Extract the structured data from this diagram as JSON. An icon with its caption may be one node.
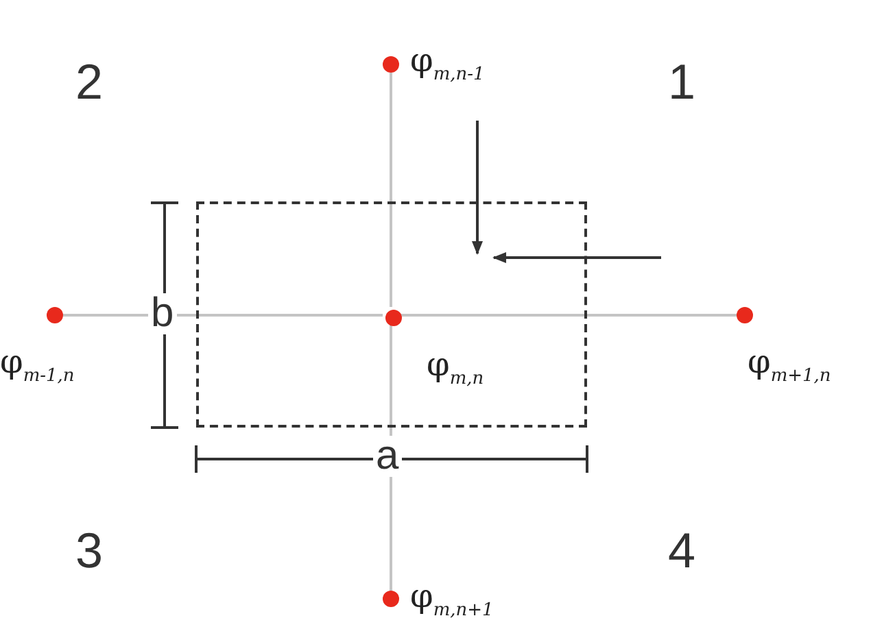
{
  "diagram": {
    "nodes": [
      {
        "text": [],
        "shape": "circle",
        "beside": [
          "φ$_{m,n-1}$"
        ]
      },
      {
        "text": [],
        "shape": "circle",
        "beside": [
          "φ$_{m-1,n}$"
        ]
      },
      {
        "text": [],
        "shape": "box"
      },
      {
        "text": [],
        "shape": "circle",
        "beside": [
          "φ$_{m,n}$"
        ],
        "in": 2
      },
      {
        "text": [],
        "shape": "circle",
        "beside": [
          "φ$_{m+1,n}$"
        ]
      },
      {
        "text": [],
        "shape": "circle",
        "beside": [
          "φ$_{m,n+1}$"
        ]
      }
    ],
    "edges": [
      {
        "from": 0,
        "to": 3,
        "arrow": "none"
      },
      {
        "from": 1,
        "to": 3,
        "arrow": "none"
      },
      {
        "from": 3,
        "to": 4,
        "arrow": "none"
      },
      {
        "from": 3,
        "to": 5,
        "arrow": "none"
      }
    ],
    "labels": [
      "2",
      "1",
      "b",
      "a",
      "3",
      "4"
    ]
  }
}
